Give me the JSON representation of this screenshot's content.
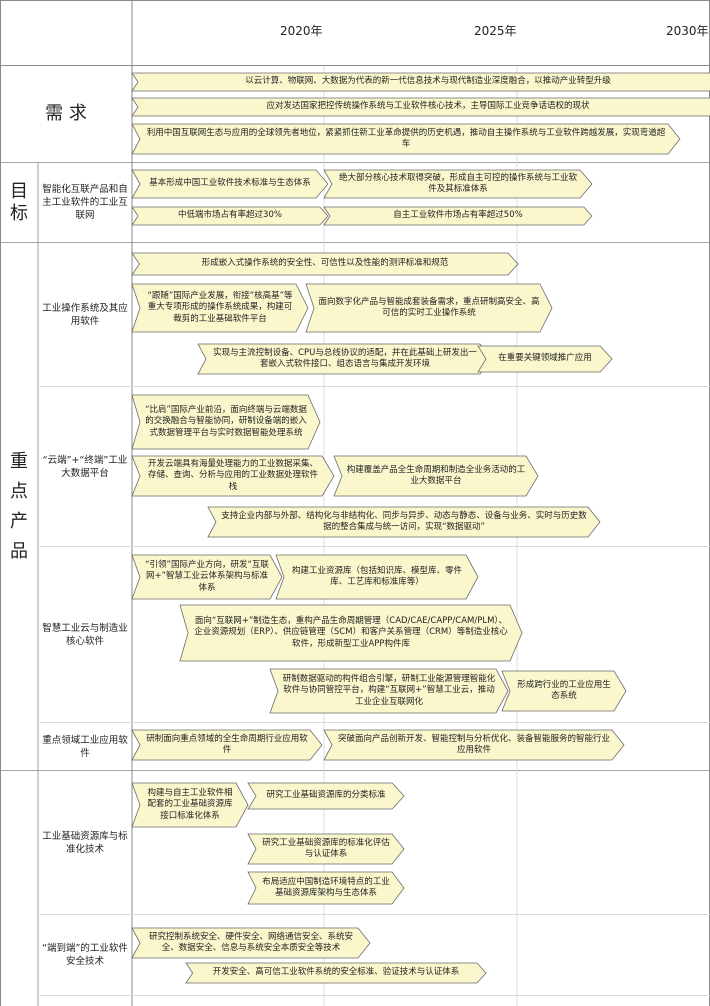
{
  "years": [
    "2020年",
    "2025年",
    "2030年"
  ],
  "sections": {
    "need": "需 求",
    "goal": "目\n标",
    "products": "重\n点\n产\n品"
  },
  "subsections": [
    "智能化互联产品和自主工业软件的工业互联网",
    "工业操作系统及其应用软件",
    "“云端”+“终端”工业大数据平台",
    "智慧工业云与制造业核心软件",
    "重点领域工业应用软件",
    "工业基础资源库与标准化技术",
    "“端到端”的工业软件安全技术"
  ],
  "items": [
    "以云计算、物联网、大数据为代表的新一代信息技术与现代制造业深度融合，以推动产业转型升级",
    "应对发达国家把控传统操作系统与工业软件核心技术，主导国际工业竞争话语权的现状",
    "利用中国互联网生态与应用的全球领先者地位，紧紧抓住新工业革命提供的历史机遇，推动自主操作系统与工业软件跨越发展，实现弯道超车",
    "基本形成中国工业软件技术标准与生态体系",
    "绝大部分核心技术取得突破，形成自主可控的操作系统与工业软件及其标准体系",
    "中低端市场占有率超过30%",
    "自主工业软件市场占有率超过50%",
    "形成嵌入式操作系统的安全性、可信性以及性能的测评标准和规范",
    "“跟随”国际产业发展，衔接“核高基”等重大专项形成的操作系统成果，构建可裁剪的工业基础软件平台",
    "面向数字化产品与智能成套装备需求，重点研制高安全、高可信的实时工业操作系统",
    "实现与主流控制设备、CPU与总线协议的适配，并在此基础上研发出一套嵌入式软件接口、组态语言与集成开发环境",
    "在重要关键领域推广应用",
    "“比肩”国际产业前沿，面向终端与云端数据的交换融合与智能协同，研制设备端的嵌入式数据管理平台与实时数据智能处理系统",
    "开发云端具有海量处理能力的工业数据采集、存储、查询、分析与应用的工业数据处理软件栈",
    "构建覆盖产品全生命周期和制造全业务活动的工业大数据平台",
    "支持企业内部与外部、结构化与非结构化、同步与异步、动态与静态、设备与业务、实时与历史数据的整合集成与统一访问，实现“数据驱动”",
    "“引领”国际产业方向，研发“互联网+”智慧工业云体系架构与标准体系",
    "构建工业资源库（包括知识库、模型库、零件库、工艺库和标准库等）",
    "面向“互联网+”制造生态，重构产品生命周期管理（CAD/CAE/CAPP/CAM/PLM）、企业资源规划（ERP）、供应链管理（SCM）和客户关系管理（CRM）等制造业核心软件，形成新型工业APP构件库",
    "研制数据驱动的构件组合引擎，研制工业能源管理智能化软件与协同管控平台，构建“互联网+”智慧工业云，推动工业企业互联网化",
    "形成跨行业的工业应用生态系统",
    "研制面向重点领域的全生命周期行业应用软件",
    "突破面向产品创新开发、智能控制与分析优化、装备智能服务的智能行业应用软件",
    "构建与自主工业软件相配套的工业基础资源库接口标准化体系",
    "研究工业基础资源库的分类标准",
    "研究工业基础资源库的标准化评估与认证体系",
    "布局适应中国制造环境特点的工业基础资源库架构与生态体系",
    "研究控制系统安全、硬件安全、网络通信安全、系统安全、数据安全、信息与系统安全本质安全等技术",
    "开发安全、高可信工业软件系统的安全标准、验证技术与认证体系"
  ],
  "colors": {
    "arrow_fill": "#fbf7cd",
    "arrow_stroke": "#6b6b6b",
    "grid_major": "#8a8a8a",
    "grid_minor": "#dcdcdc"
  }
}
